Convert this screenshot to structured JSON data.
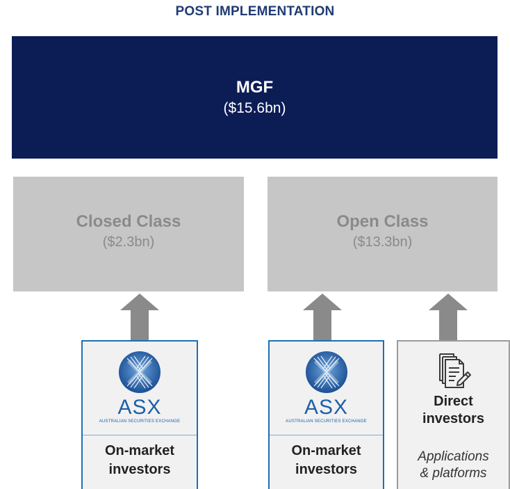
{
  "title": "POST IMPLEMENTATION",
  "mgf": {
    "name": "MGF",
    "value": "($15.6bn)"
  },
  "closed_class": {
    "name": "Closed Class",
    "value": "($2.3bn)"
  },
  "open_class": {
    "name": "Open Class",
    "value": "($13.3bn)"
  },
  "asx_logo": {
    "text": "ASX",
    "subtext": "AUSTRALIAN SECURITIES EXCHANGE",
    "icon": "asx-x-icon"
  },
  "on_market_card": {
    "line1": "On-market",
    "line2": "investors"
  },
  "direct_card": {
    "icon": "documents-pen-icon",
    "line1": "Direct",
    "line2": "investors",
    "sub1": "Applications",
    "sub2": "& platforms"
  },
  "colors": {
    "title": "#1f3b73",
    "mgf_bg": "#0c1c55",
    "class_bg": "#c6c6c6",
    "class_text": "#8a8a8a",
    "arrow": "#8a8a8a",
    "asx_blue": "#1c5fa8",
    "card_bg": "#f1f1f1"
  }
}
